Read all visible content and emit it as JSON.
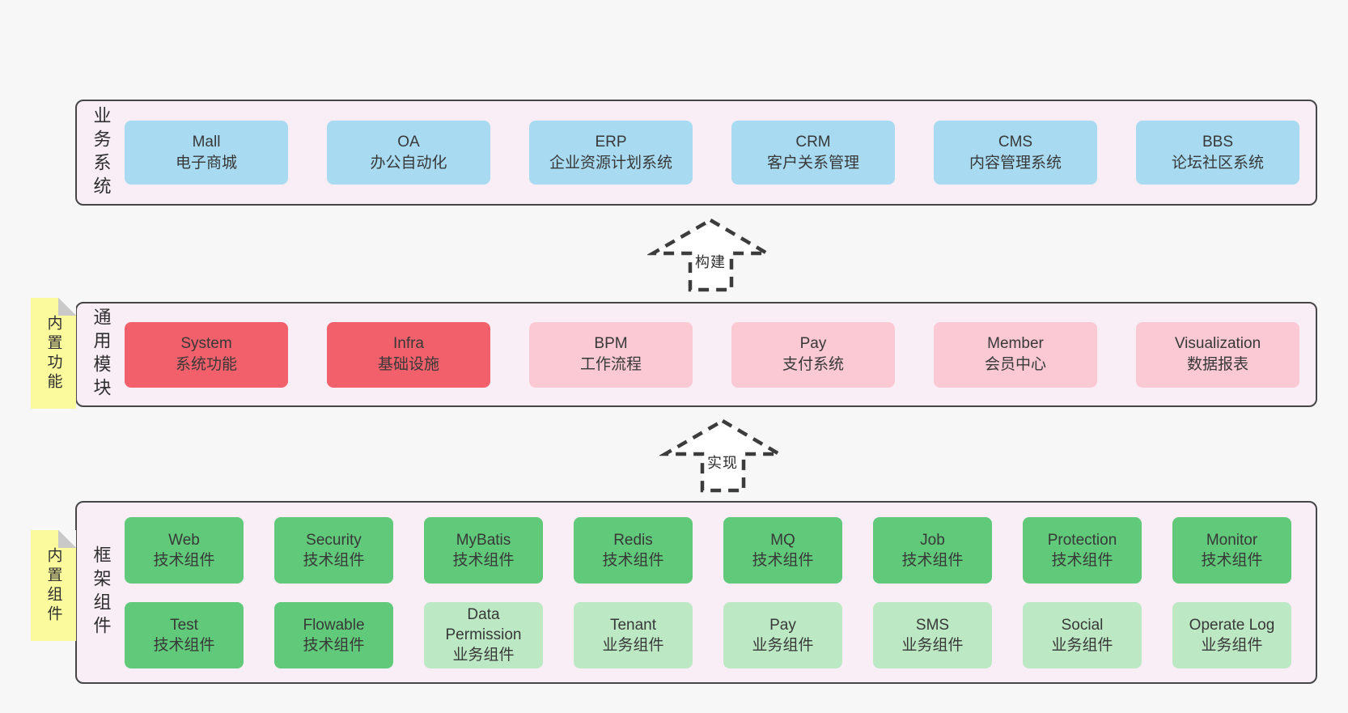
{
  "colors": {
    "background": "#f7f7f7",
    "panel_fill": "#f9eef6",
    "panel_border": "#464646",
    "blue_box": "#a8dbf2",
    "red_box": "#f2616b",
    "pink_box": "#fac9d3",
    "green_box": "#61c97a",
    "light_green_box": "#bce8c4",
    "sticky_yellow": "#fbfb9d",
    "text": "#3a3a3a"
  },
  "sections": [
    {
      "label": "业务系统",
      "boxes": [
        {
          "name": "Mall",
          "subtitle": "电子商城",
          "variant": "blue"
        },
        {
          "name": "OA",
          "subtitle": "办公自动化",
          "variant": "blue"
        },
        {
          "name": "ERP",
          "subtitle": "企业资源计划系统",
          "variant": "blue"
        },
        {
          "name": "CRM",
          "subtitle": "客户关系管理",
          "variant": "blue"
        },
        {
          "name": "CMS",
          "subtitle": "内容管理系统",
          "variant": "blue"
        },
        {
          "name": "BBS",
          "subtitle": "论坛社区系统",
          "variant": "blue"
        }
      ]
    },
    {
      "label": "通用模块",
      "sticky": "内置功能",
      "boxes": [
        {
          "name": "System",
          "subtitle": "系统功能",
          "variant": "red"
        },
        {
          "name": "Infra",
          "subtitle": "基础设施",
          "variant": "red"
        },
        {
          "name": "BPM",
          "subtitle": "工作流程",
          "variant": "pink"
        },
        {
          "name": "Pay",
          "subtitle": "支付系统",
          "variant": "pink"
        },
        {
          "name": "Member",
          "subtitle": "会员中心",
          "variant": "pink"
        },
        {
          "name": "Visualization",
          "subtitle": "数据报表",
          "variant": "pink"
        }
      ]
    },
    {
      "label": "框架组件",
      "sticky": "内置组件",
      "rows": [
        [
          {
            "name": "Web",
            "subtitle": "技术组件",
            "variant": "green"
          },
          {
            "name": "Security",
            "subtitle": "技术组件",
            "variant": "green"
          },
          {
            "name": "MyBatis",
            "subtitle": "技术组件",
            "variant": "green"
          },
          {
            "name": "Redis",
            "subtitle": "技术组件",
            "variant": "green"
          },
          {
            "name": "MQ",
            "subtitle": "技术组件",
            "variant": "green"
          },
          {
            "name": "Job",
            "subtitle": "技术组件",
            "variant": "green"
          },
          {
            "name": "Protection",
            "subtitle": "技术组件",
            "variant": "green"
          },
          {
            "name": "Monitor",
            "subtitle": "技术组件",
            "variant": "green"
          }
        ],
        [
          {
            "name": "Test",
            "subtitle": "技术组件",
            "variant": "green"
          },
          {
            "name": "Flowable",
            "subtitle": "技术组件",
            "variant": "green"
          },
          {
            "name": "Data Permission",
            "subtitle": "业务组件",
            "variant": "green-light"
          },
          {
            "name": "Tenant",
            "subtitle": "业务组件",
            "variant": "green-light"
          },
          {
            "name": "Pay",
            "subtitle": "业务组件",
            "variant": "green-light"
          },
          {
            "name": "SMS",
            "subtitle": "业务组件",
            "variant": "green-light"
          },
          {
            "name": "Social",
            "subtitle": "业务组件",
            "variant": "green-light"
          },
          {
            "name": "Operate Log",
            "subtitle": "业务组件",
            "variant": "green-light"
          }
        ]
      ]
    }
  ],
  "arrows": [
    {
      "label": "构建"
    },
    {
      "label": "实现"
    }
  ]
}
